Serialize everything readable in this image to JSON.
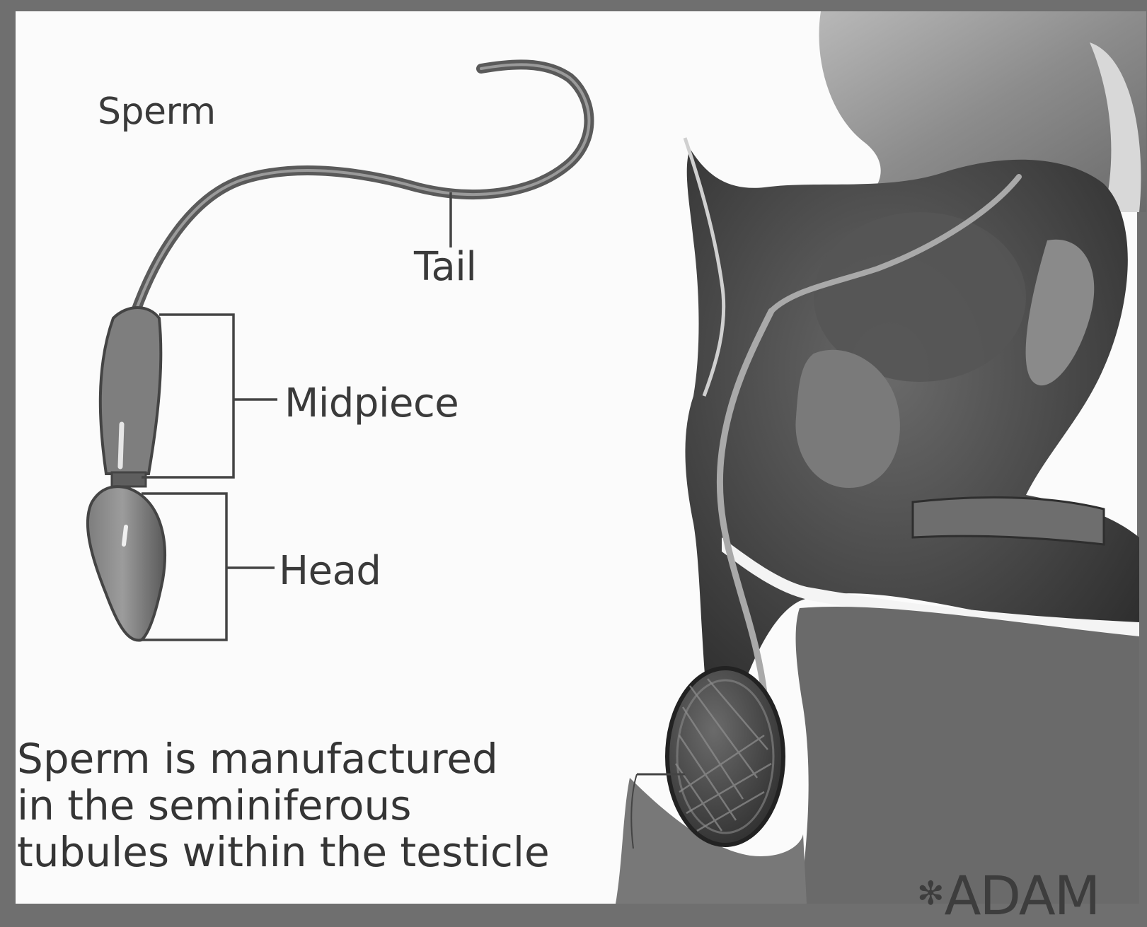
{
  "diagram": {
    "title": "Sperm",
    "labels": {
      "tail": "Tail",
      "midpiece": "Midpiece",
      "head": "Head"
    },
    "caption": [
      "Sperm is manufactured",
      "in the seminiferous",
      "tubules within the testicle"
    ],
    "logo_text": "ADAM",
    "logo_icon": "asterisk-flower-icon",
    "colors": {
      "background_frame": "#6f6f6f",
      "panel": "#fbfbfb",
      "ink": "#3a3a3a",
      "tissue_dark": "#4a4a4a",
      "tissue_light": "#9a9a9a"
    }
  }
}
